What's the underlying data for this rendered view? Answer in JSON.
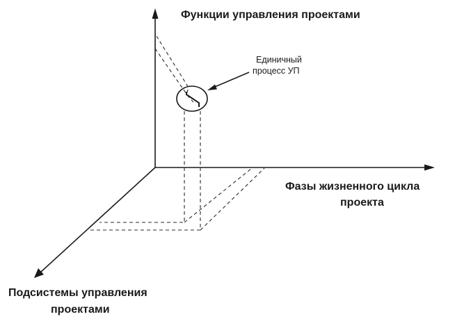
{
  "labels": {
    "functions_axis": "Функции управления проектами",
    "phases_axis_line1": "Фазы  жизненного цикла",
    "phases_axis_line2": "проекта",
    "subsystems_axis_line1": "Подсистемы управления",
    "subsystems_axis_line2": "проектами",
    "single_process_line1": "Единичный",
    "single_process_line2": "процесс УП"
  }
}
